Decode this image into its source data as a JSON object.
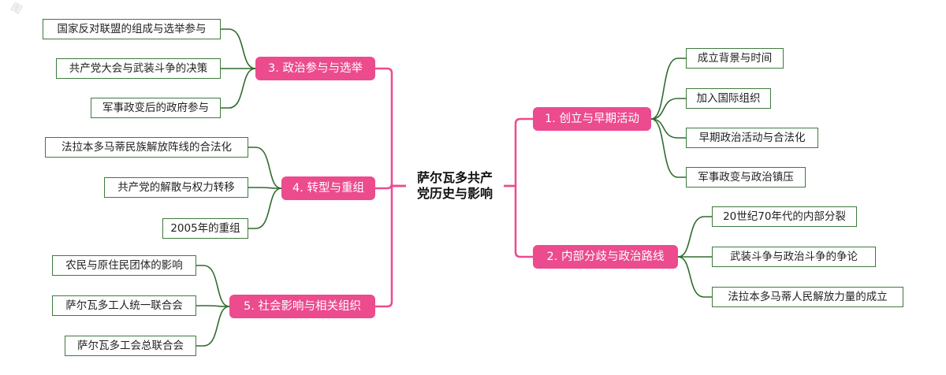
{
  "root": {
    "line1": "萨尔瓦多共产",
    "line2": "党历史与影响"
  },
  "branches": {
    "b1": {
      "label": "1. 创立与早期活动",
      "children": [
        "成立背景与时间",
        "加入国际组织",
        "早期政治活动与合法化",
        "军事政变与政治镇压"
      ]
    },
    "b2": {
      "label": "2. 内部分歧与政治路线",
      "children": [
        "20世纪70年代的内部分裂",
        "武装斗争与政治斗争的争论",
        "法拉本多马蒂人民解放力量的成立"
      ]
    },
    "b3": {
      "label": "3. 政治参与与选举",
      "children": [
        "国家反对联盟的组成与选举参与",
        "共产党大会与武装斗争的决策",
        "军事政变后的政府参与"
      ]
    },
    "b4": {
      "label": "4. 转型与重组",
      "children": [
        "法拉本多马蒂民族解放阵线的合法化",
        "共产党的解散与权力转移",
        "2005年的重组"
      ]
    },
    "b5": {
      "label": "5. 社会影响与相关组织",
      "children": [
        "农民与原住民团体的影响",
        "萨尔瓦多工人统一联合会",
        "萨尔瓦多工会总联合会"
      ]
    }
  },
  "colors": {
    "branch_fill": "#ec4b8e",
    "branch_line": "#ec4b8e",
    "leaf_line": "#2f6b2f",
    "leaf_border": "#3e7a3e"
  }
}
